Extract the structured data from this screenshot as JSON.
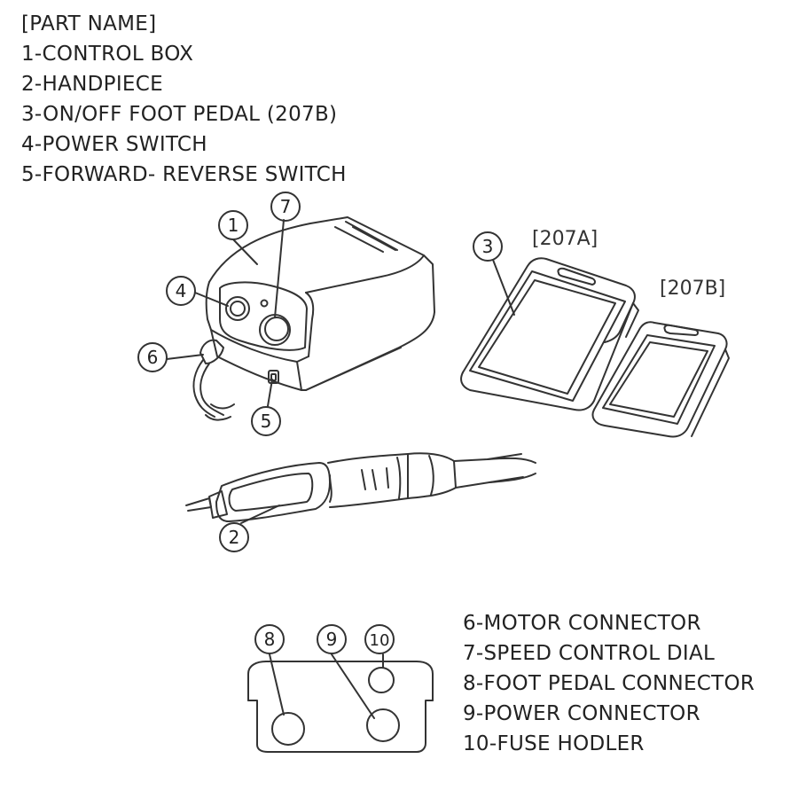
{
  "top_list": {
    "heading": "[PART NAME]",
    "items": [
      "1-CONTROL BOX",
      "2-HANDPIECE",
      "3-ON/OFF FOOT PEDAL (207B)",
      "4-POWER SWITCH",
      "5-FORWARD- REVERSE SWITCH"
    ]
  },
  "bottom_list": {
    "items": [
      "6-MOTOR CONNECTOR",
      "7-SPEED CONTROL DIAL",
      "8-FOOT PEDAL CONNECTOR",
      "9-POWER CONNECTOR",
      "10-FUSE HODLER"
    ]
  },
  "pedal_tags": {
    "a": "[207A]",
    "b": "[207B]"
  },
  "callouts": {
    "c1": "1",
    "c2": "2",
    "c3": "3",
    "c4": "4",
    "c5": "5",
    "c6": "6",
    "c7": "7",
    "c8": "8",
    "c9": "9",
    "c10": "10"
  }
}
